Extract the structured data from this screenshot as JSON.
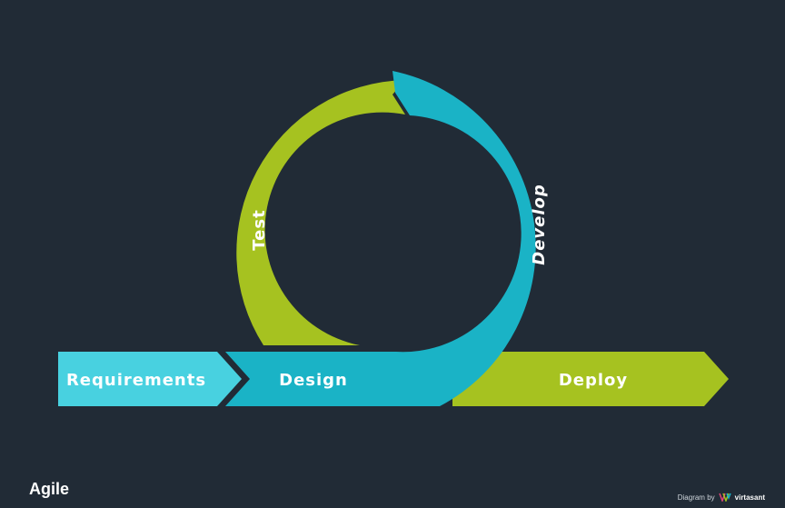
{
  "title": "Agile",
  "stages": {
    "requirements": "Requirements",
    "design": "Design",
    "develop": "Develop",
    "test": "Test",
    "deploy": "Deploy"
  },
  "credit": {
    "prefix": "Diagram by",
    "brand": "virtasant",
    "logo_icon": "virtasant-logo-icon"
  },
  "colors": {
    "background": "#212b36",
    "requirements": "#48d1e0",
    "design_develop": "#1ab3c6",
    "test_deploy": "#a6c220",
    "text": "#ffffff"
  }
}
